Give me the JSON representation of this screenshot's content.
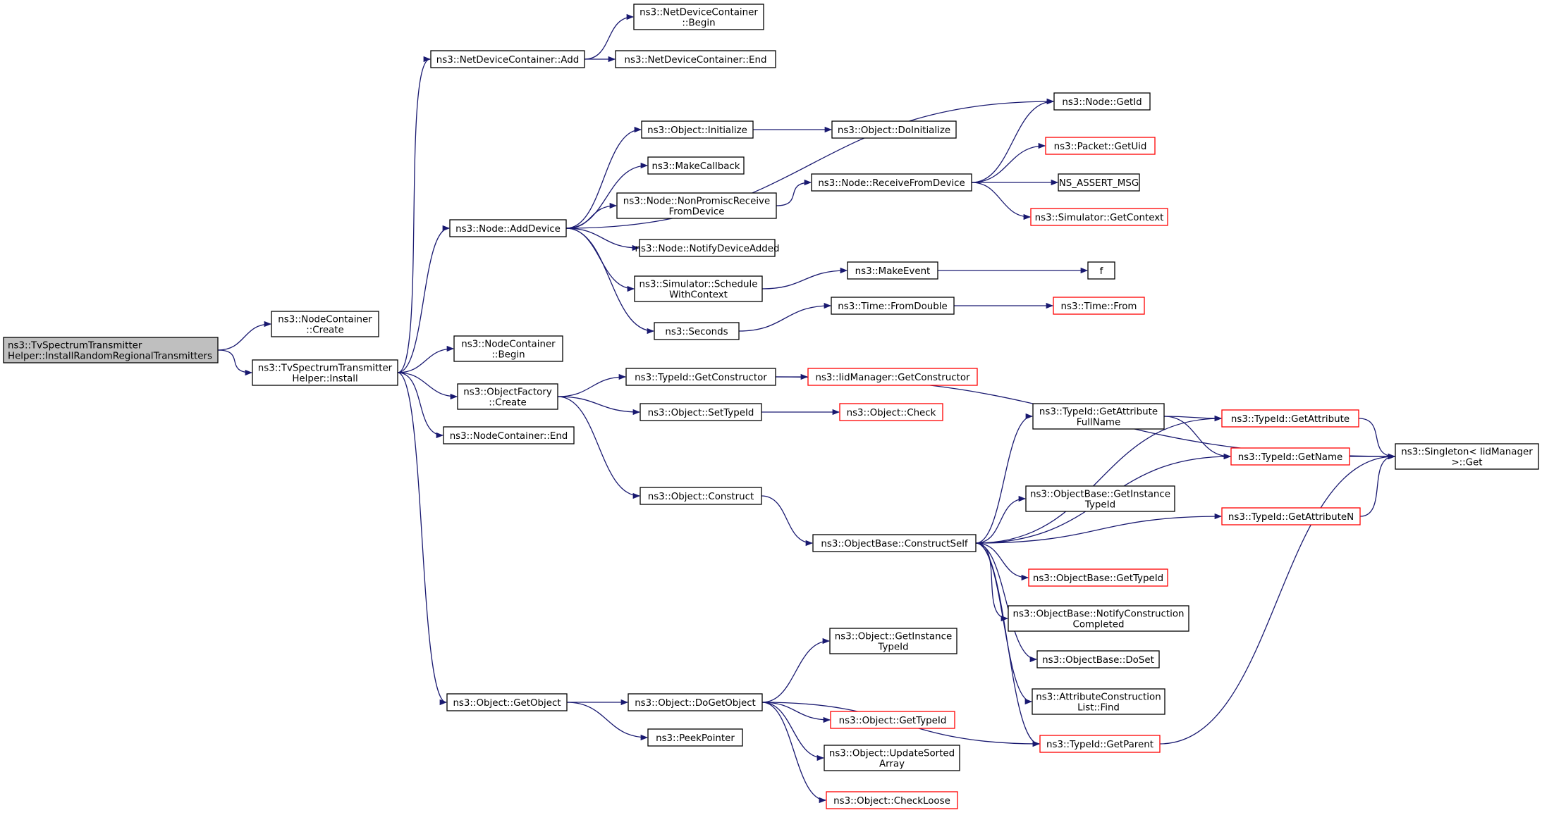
{
  "diagram": {
    "type": "call-graph",
    "nodes": [
      {
        "id": "root",
        "lines": [
          "ns3::TvSpectrumTransmitter",
          "Helper::InstallRandomRegionalTransmitters"
        ],
        "style": "root"
      },
      {
        "id": "nc_create",
        "lines": [
          "ns3::NodeContainer",
          "::Create"
        ],
        "style": "normal"
      },
      {
        "id": "install",
        "lines": [
          "ns3::TvSpectrumTransmitter",
          "Helper::Install"
        ],
        "style": "normal"
      },
      {
        "id": "ndc_add",
        "lines": [
          "ns3::NetDeviceContainer::Add"
        ],
        "style": "normal"
      },
      {
        "id": "ndc_begin",
        "lines": [
          "ns3::NetDeviceContainer",
          "::Begin"
        ],
        "style": "normal"
      },
      {
        "id": "ndc_end",
        "lines": [
          "ns3::NetDeviceContainer::End"
        ],
        "style": "normal"
      },
      {
        "id": "node_getid",
        "lines": [
          "ns3::Node::GetId"
        ],
        "style": "normal"
      },
      {
        "id": "obj_init",
        "lines": [
          "ns3::Object::Initialize"
        ],
        "style": "normal"
      },
      {
        "id": "obj_doinit",
        "lines": [
          "ns3::Object::DoInitialize"
        ],
        "style": "normal"
      },
      {
        "id": "make_cb",
        "lines": [
          "ns3::MakeCallback"
        ],
        "style": "normal"
      },
      {
        "id": "node_nonpromisc",
        "lines": [
          "ns3::Node::NonPromiscReceive",
          "FromDevice"
        ],
        "style": "normal"
      },
      {
        "id": "node_recv",
        "lines": [
          "ns3::Node::ReceiveFromDevice"
        ],
        "style": "normal"
      },
      {
        "id": "packet_getuid",
        "lines": [
          "ns3::Packet::GetUid"
        ],
        "style": "external"
      },
      {
        "id": "ns_assert",
        "lines": [
          "NS_ASSERT_MSG"
        ],
        "style": "normal"
      },
      {
        "id": "sim_getctx",
        "lines": [
          "ns3::Simulator::GetContext"
        ],
        "style": "external"
      },
      {
        "id": "node_adddev",
        "lines": [
          "ns3::Node::AddDevice"
        ],
        "style": "normal"
      },
      {
        "id": "node_notify",
        "lines": [
          "ns3::Node::NotifyDeviceAdded"
        ],
        "style": "normal"
      },
      {
        "id": "sim_sched",
        "lines": [
          "ns3::Simulator::Schedule",
          "WithContext"
        ],
        "style": "normal"
      },
      {
        "id": "make_event",
        "lines": [
          "ns3::MakeEvent"
        ],
        "style": "normal"
      },
      {
        "id": "f",
        "lines": [
          "f"
        ],
        "style": "normal"
      },
      {
        "id": "seconds",
        "lines": [
          "ns3::Seconds"
        ],
        "style": "normal"
      },
      {
        "id": "time_fromdouble",
        "lines": [
          "ns3::Time::FromDouble"
        ],
        "style": "normal"
      },
      {
        "id": "time_from",
        "lines": [
          "ns3::Time::From"
        ],
        "style": "external"
      },
      {
        "id": "nc_begin",
        "lines": [
          "ns3::NodeContainer",
          "::Begin"
        ],
        "style": "normal"
      },
      {
        "id": "of_create",
        "lines": [
          "ns3::ObjectFactory",
          "::Create"
        ],
        "style": "normal"
      },
      {
        "id": "nc_end",
        "lines": [
          "ns3::NodeContainer::End"
        ],
        "style": "normal"
      },
      {
        "id": "tid_getctor",
        "lines": [
          "ns3::TypeId::GetConstructor"
        ],
        "style": "normal"
      },
      {
        "id": "iid_getctor",
        "lines": [
          "ns3::IidManager::GetConstructor"
        ],
        "style": "external"
      },
      {
        "id": "obj_settid",
        "lines": [
          "ns3::Object::SetTypeId"
        ],
        "style": "normal"
      },
      {
        "id": "obj_check",
        "lines": [
          "ns3::Object::Check"
        ],
        "style": "external"
      },
      {
        "id": "obj_construct",
        "lines": [
          "ns3::Object::Construct"
        ],
        "style": "normal"
      },
      {
        "id": "ob_constructself",
        "lines": [
          "ns3::ObjectBase::ConstructSelf"
        ],
        "style": "normal"
      },
      {
        "id": "tid_getattrfull",
        "lines": [
          "ns3::TypeId::GetAttribute",
          "FullName"
        ],
        "style": "normal"
      },
      {
        "id": "tid_getattr",
        "lines": [
          "ns3::TypeId::GetAttribute"
        ],
        "style": "external"
      },
      {
        "id": "tid_getname",
        "lines": [
          "ns3::TypeId::GetName"
        ],
        "style": "external"
      },
      {
        "id": "singleton_get",
        "lines": [
          "ns3::Singleton< IidManager",
          ">::Get"
        ],
        "style": "normal"
      },
      {
        "id": "ob_getinst",
        "lines": [
          "ns3::ObjectBase::GetInstance",
          "TypeId"
        ],
        "style": "normal"
      },
      {
        "id": "tid_getattrn",
        "lines": [
          "ns3::TypeId::GetAttributeN"
        ],
        "style": "external"
      },
      {
        "id": "ob_gettid",
        "lines": [
          "ns3::ObjectBase::GetTypeId"
        ],
        "style": "external"
      },
      {
        "id": "ob_notify",
        "lines": [
          "ns3::ObjectBase::NotifyConstruction",
          "Completed"
        ],
        "style": "normal"
      },
      {
        "id": "ob_doset",
        "lines": [
          "ns3::ObjectBase::DoSet"
        ],
        "style": "normal"
      },
      {
        "id": "attr_find",
        "lines": [
          "ns3::AttributeConstruction",
          "List::Find"
        ],
        "style": "normal"
      },
      {
        "id": "obj_getinst",
        "lines": [
          "ns3::Object::GetInstance",
          "TypeId"
        ],
        "style": "normal"
      },
      {
        "id": "obj_getobject",
        "lines": [
          "ns3::Object::GetObject"
        ],
        "style": "normal"
      },
      {
        "id": "obj_dogetobject",
        "lines": [
          "ns3::Object::DoGetObject"
        ],
        "style": "normal"
      },
      {
        "id": "peek_pointer",
        "lines": [
          "ns3::PeekPointer"
        ],
        "style": "normal"
      },
      {
        "id": "obj_gettid",
        "lines": [
          "ns3::Object::GetTypeId"
        ],
        "style": "external"
      },
      {
        "id": "tid_getparent",
        "lines": [
          "ns3::TypeId::GetParent"
        ],
        "style": "external"
      },
      {
        "id": "obj_updsorted",
        "lines": [
          "ns3::Object::UpdateSorted",
          "Array"
        ],
        "style": "normal"
      },
      {
        "id": "obj_checkloose",
        "lines": [
          "ns3::Object::CheckLoose"
        ],
        "style": "external"
      }
    ],
    "edges": [
      [
        "root",
        "nc_create"
      ],
      [
        "root",
        "install"
      ],
      [
        "install",
        "ndc_add"
      ],
      [
        "install",
        "node_adddev"
      ],
      [
        "install",
        "nc_begin"
      ],
      [
        "install",
        "of_create"
      ],
      [
        "install",
        "nc_end"
      ],
      [
        "install",
        "obj_getobject"
      ],
      [
        "ndc_add",
        "ndc_begin"
      ],
      [
        "ndc_add",
        "ndc_end"
      ],
      [
        "node_adddev",
        "node_getid"
      ],
      [
        "node_adddev",
        "obj_init"
      ],
      [
        "node_adddev",
        "make_cb"
      ],
      [
        "node_adddev",
        "node_nonpromisc"
      ],
      [
        "node_adddev",
        "node_notify"
      ],
      [
        "node_adddev",
        "sim_sched"
      ],
      [
        "node_adddev",
        "seconds"
      ],
      [
        "obj_init",
        "obj_doinit"
      ],
      [
        "node_nonpromisc",
        "node_recv"
      ],
      [
        "node_recv",
        "node_getid"
      ],
      [
        "node_recv",
        "packet_getuid"
      ],
      [
        "node_recv",
        "ns_assert"
      ],
      [
        "node_recv",
        "sim_getctx"
      ],
      [
        "sim_sched",
        "make_event"
      ],
      [
        "make_event",
        "f"
      ],
      [
        "seconds",
        "time_fromdouble"
      ],
      [
        "time_fromdouble",
        "time_from"
      ],
      [
        "of_create",
        "tid_getctor"
      ],
      [
        "of_create",
        "obj_settid"
      ],
      [
        "of_create",
        "obj_construct"
      ],
      [
        "tid_getctor",
        "iid_getctor"
      ],
      [
        "tid_getctor",
        "singleton_get"
      ],
      [
        "obj_settid",
        "obj_check"
      ],
      [
        "obj_construct",
        "ob_constructself"
      ],
      [
        "ob_constructself",
        "tid_getattr"
      ],
      [
        "ob_constructself",
        "tid_getattrfull"
      ],
      [
        "ob_constructself",
        "tid_getname"
      ],
      [
        "ob_constructself",
        "ob_getinst"
      ],
      [
        "ob_constructself",
        "tid_getattrn"
      ],
      [
        "ob_constructself",
        "ob_gettid"
      ],
      [
        "ob_constructself",
        "ob_notify"
      ],
      [
        "ob_constructself",
        "ob_doset"
      ],
      [
        "ob_constructself",
        "attr_find"
      ],
      [
        "ob_constructself",
        "tid_getparent"
      ],
      [
        "tid_getattrfull",
        "tid_getattr"
      ],
      [
        "tid_getattrfull",
        "tid_getname"
      ],
      [
        "tid_getattr",
        "singleton_get"
      ],
      [
        "tid_getname",
        "singleton_get"
      ],
      [
        "tid_getattrn",
        "singleton_get"
      ],
      [
        "tid_getparent",
        "singleton_get"
      ],
      [
        "obj_getobject",
        "obj_dogetobject"
      ],
      [
        "obj_getobject",
        "peek_pointer"
      ],
      [
        "obj_dogetobject",
        "obj_getinst"
      ],
      [
        "obj_dogetobject",
        "tid_getparent"
      ],
      [
        "obj_dogetobject",
        "obj_gettid"
      ],
      [
        "obj_dogetobject",
        "obj_updsorted"
      ],
      [
        "obj_dogetobject",
        "obj_checkloose"
      ]
    ],
    "colors": {
      "edge": "#191970",
      "root_fill": "#bfbfbf",
      "node_border": "#000000",
      "external_border": "#ff0000",
      "background": "#ffffff"
    }
  }
}
